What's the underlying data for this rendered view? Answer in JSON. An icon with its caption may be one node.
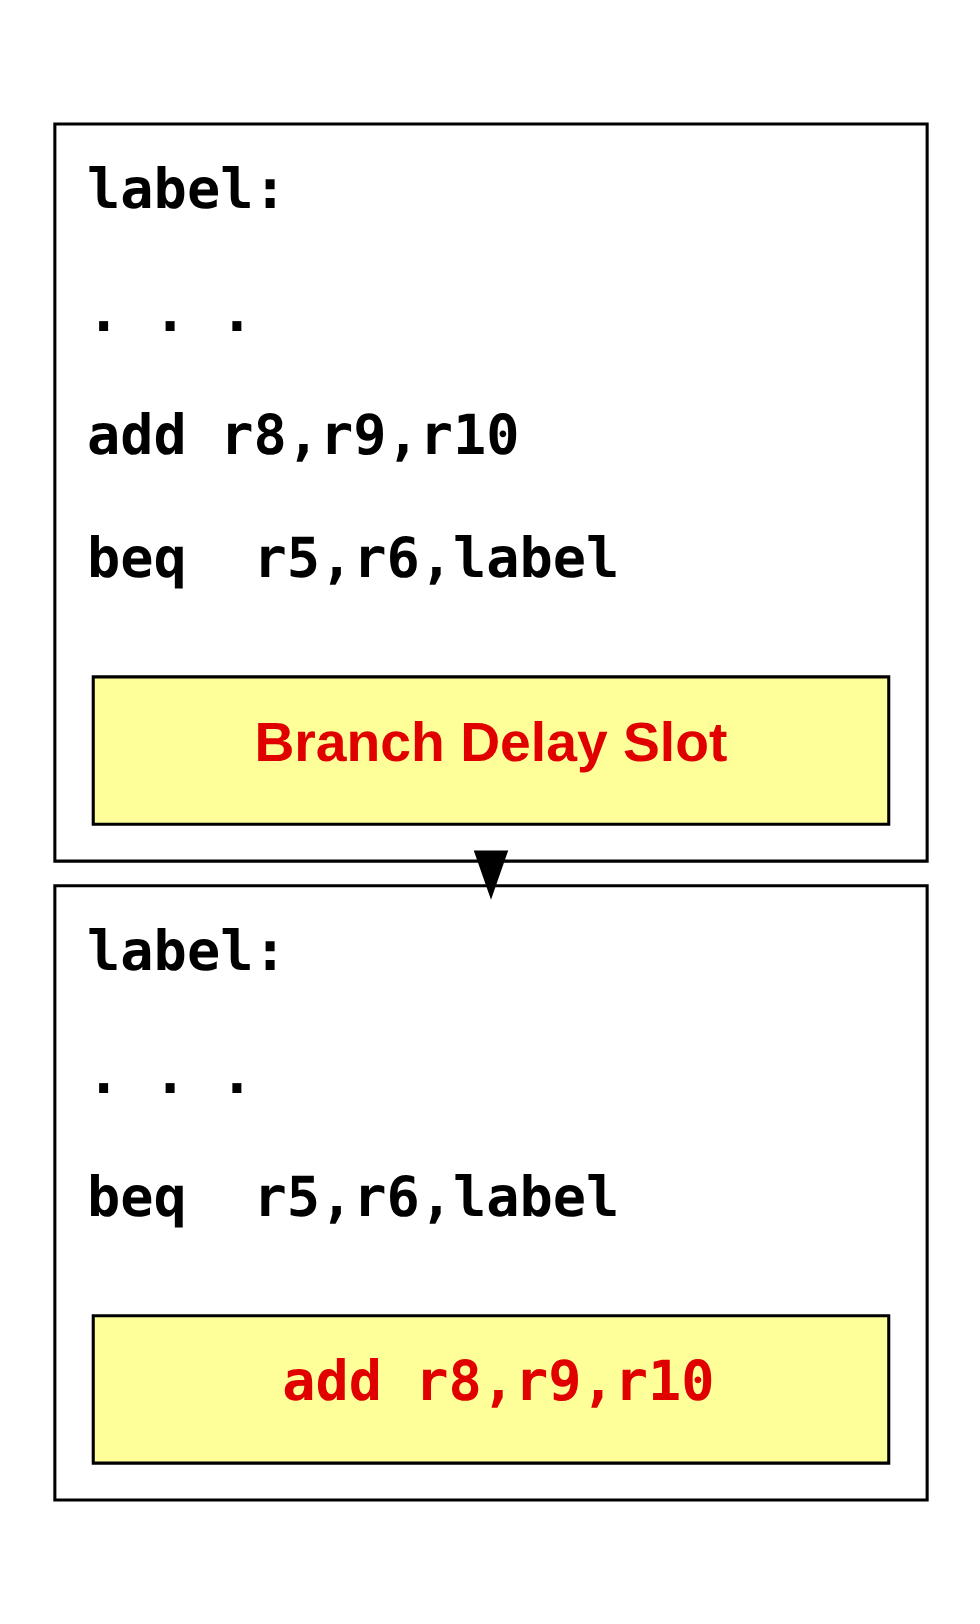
{
  "diagram": {
    "nodes": [
      {
        "text": [
          "label:",
          ". . .",
          "add r8,r9,r10",
          "beq  r5,r6,label"
        ]
      },
      {
        "text": [
          "Branch Delay Slot"
        ],
        "in": 0
      },
      {
        "text": [
          "label:",
          ". . .",
          "beq  r5,r6,label"
        ]
      },
      {
        "text": [
          "add r8,r9,r10"
        ],
        "in": 2
      }
    ],
    "edges": [
      {
        "from": 0,
        "to": 2,
        "arrow": "to",
        "style": "thick"
      }
    ]
  }
}
